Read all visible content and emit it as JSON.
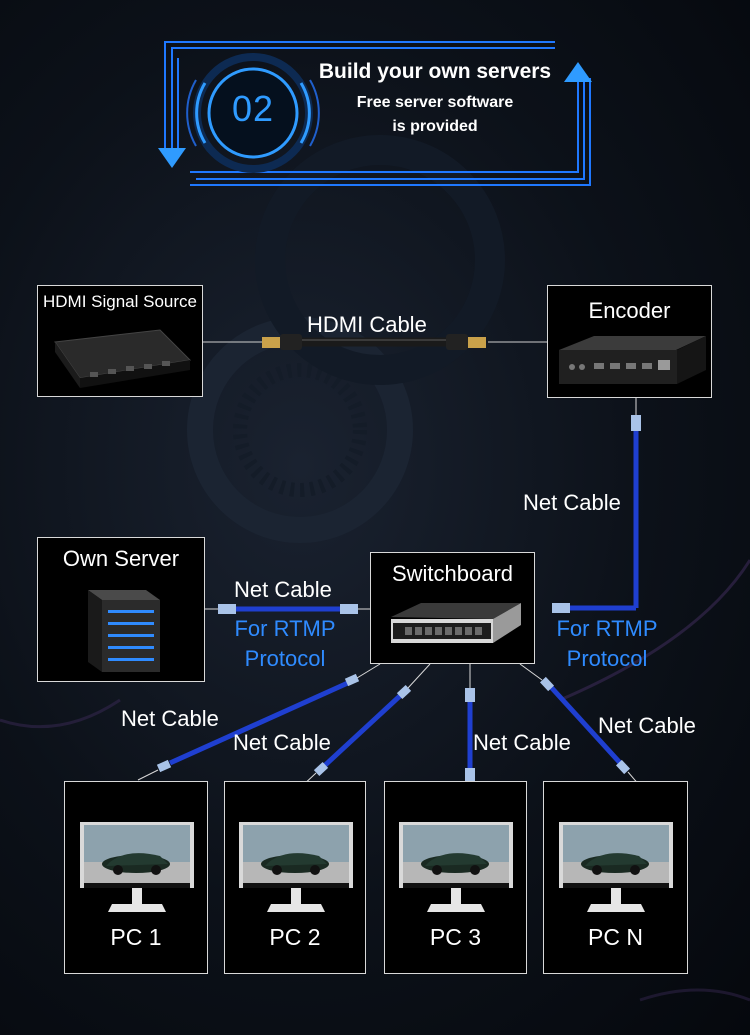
{
  "header": {
    "number": "02",
    "title": "Build your own servers",
    "subtitle_line1": "Free server software",
    "subtitle_line2": "is provided"
  },
  "nodes": {
    "hdmi_source": "HDMI Signal Source",
    "encoder": "Encoder",
    "own_server": "Own Server",
    "switchboard": "Switchboard",
    "pcs": [
      "PC 1",
      "PC 2",
      "PC 3",
      "PC N"
    ]
  },
  "connections": {
    "hdmi_cable": "HDMI Cable",
    "net_cable_encoder": "Net Cable",
    "net_cable_server": "Net Cable",
    "protocol_left_line1": "For RTMP",
    "protocol_left_line2": "Protocol",
    "protocol_right_line1": "For RTMP",
    "protocol_right_line2": "Protocol",
    "net_cable_pc1": "Net Cable",
    "net_cable_pc2": "Net Cable",
    "net_cable_pc3": "Net Cable",
    "net_cable_pcn": "Net Cable"
  },
  "colors": {
    "accent_blue": "#2f9bff",
    "protocol_blue": "#2f8bff",
    "cable_blue": "#1f3fd0",
    "box_border": "#d9d9d9"
  }
}
